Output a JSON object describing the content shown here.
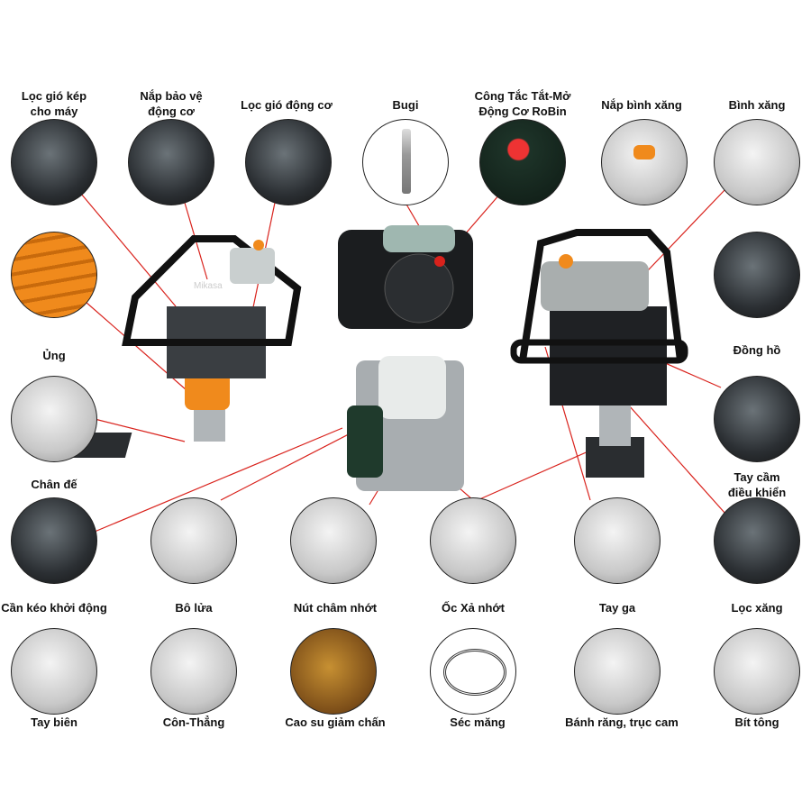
{
  "labels": {
    "loc_gio_kep": [
      "Lọc gió kép",
      "cho máy"
    ],
    "nap_bao_ve": [
      "Nắp bảo vệ",
      "động cơ"
    ],
    "loc_gio_dong_co": "Lọc gió động cơ",
    "bugi": "Bugi",
    "cong_tac": [
      "Công Tắc Tắt-Mở",
      "Động Cơ RoBin"
    ],
    "nap_binh_xang": "Nắp bình xăng",
    "binh_xang": "Bình xăng",
    "ung": "Ủng",
    "dong_ho": "Đồng hồ",
    "chan_de": "Chân đế",
    "tay_cam": [
      "Tay cầm",
      "điều khiển"
    ],
    "can_keo": "Cần kéo khởi động",
    "bo_lua": "Bô lửa",
    "nut_cham_nhot": "Nút châm nhớt",
    "oc_xa_nhot": "Ốc Xả nhớt",
    "tay_ga": "Tay ga",
    "loc_xang": "Lọc xăng",
    "tay_bien": "Tay biên",
    "con_thang": "Côn-Thẳng",
    "cao_su": "Cao su giảm chấn",
    "sec_mang": "Séc măng",
    "banh_rang": "Bánh răng, trục cam",
    "bit_tong": "Bít tông"
  },
  "machine_text": "Mikasa",
  "colors": {
    "leader_line": "#d9221c",
    "accent_orange": "#f08a1c",
    "engine_gray": "#c9cfcf"
  }
}
